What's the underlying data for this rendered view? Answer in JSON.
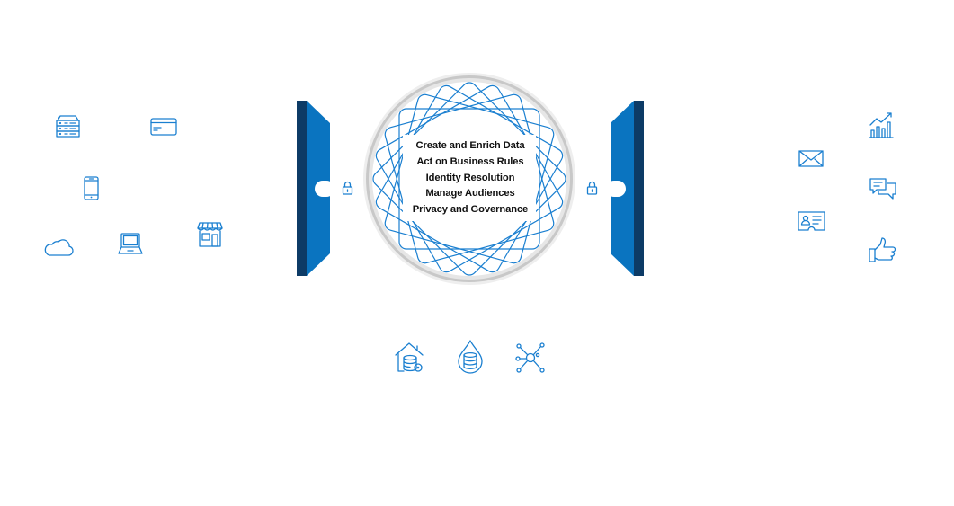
{
  "hub": {
    "capabilities": [
      "Create and Enrich Data",
      "Act on Business Rules",
      "Identity Resolution",
      "Manage Audiences",
      "Privacy and Governance"
    ]
  },
  "colors": {
    "accent": "#1a7fd0",
    "panel": "#0a74c0",
    "panel_dark": "#0d3b66"
  },
  "sources": {
    "icons": [
      "server-icon",
      "credit-card-icon",
      "smartphone-icon",
      "cloud-icon",
      "laptop-icon",
      "storefront-icon"
    ]
  },
  "destinations": {
    "icons": [
      "growth-chart-icon",
      "email-icon",
      "chat-icon",
      "id-card-icon",
      "thumbs-up-icon"
    ]
  },
  "storage": {
    "icons": [
      "data-warehouse-icon",
      "data-lake-icon",
      "network-hub-icon"
    ]
  }
}
